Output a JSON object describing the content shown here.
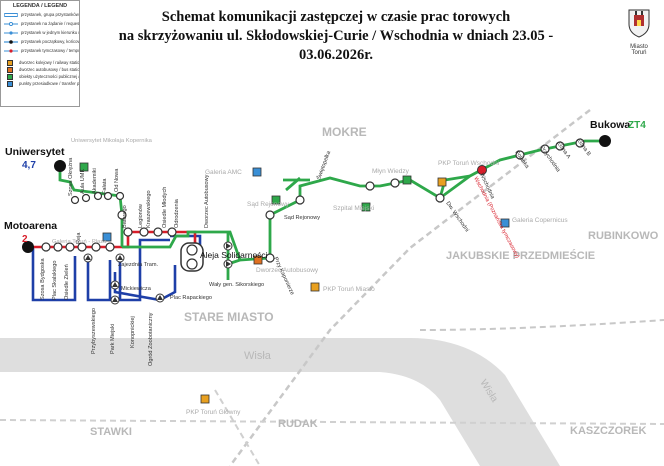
{
  "header": {
    "title_line1": "Schemat komunikacji zastępczej w czasie prac torowych",
    "title_line2": "na skrzyżowaniu ul. Skłodowskiej-Curie / Wschodnia w dniach 23.05 - 03.06.2026r.",
    "crest_caption": "Miasto Toruń"
  },
  "legend": {
    "title": "LEGENDA / LEGEND",
    "items": [
      {
        "label": "przystanek, grupa przystanków / bus stop, group stops",
        "color": "#3a8fd6"
      },
      {
        "label": "przystanek na żądanie / request stop, please give a sign to a driver",
        "color": "#3a8fd6"
      },
      {
        "label": "przystanek w jednym kierunku / one direction stop",
        "color": "#3a8fd6"
      },
      {
        "label": "przystanek początkowy, końcowy / first, last stop",
        "color": "#3a8fd6"
      },
      {
        "label": "przystanek tymczasowy / temporary stop",
        "color": "#3a8fd6"
      }
    ],
    "poi": [
      {
        "label": "dworzec kolejowy / railway station",
        "color": "#e8a020"
      },
      {
        "label": "dworzec autobusowy / bus station",
        "color": "#e07020"
      },
      {
        "label": "obiekty użyteczności publicznej / public utility facilities",
        "color": "#2ea84a"
      },
      {
        "label": "punkty przesiadkowe / transfer points",
        "color": "#3a8fd6"
      }
    ]
  },
  "districts": [
    "MOKRE",
    "JAKUBSKIE PRZEDMIEŚCIE",
    "RUBINKOWO",
    "STARE MIASTO",
    "RUDAK",
    "STAWKI",
    "KASZCZOREK"
  ],
  "rivers": [
    "Wisła",
    "Wisła"
  ],
  "terminals": {
    "uniwersytet": {
      "name": "Uniwersytet",
      "lines": "4,7"
    },
    "motoarena": {
      "name": "Motoarena",
      "line": "2"
    },
    "bukowa": {
      "name": "Bukowa",
      "line": "ZT4"
    }
  },
  "stops": [
    "Szosa Okrężna",
    "Aula UMK",
    "Akademiki",
    "Fałata",
    "Od Nowa",
    "Uniwersytet Mikołaja Kopernika",
    "Reja",
    "Szosa Bydgoska",
    "Plac Skalskiego",
    "Osiedle Zieleń",
    "Galeria Toruń - Plaza",
    "Batorego",
    "Legionów",
    "Kraszewskiego",
    "Osiedle Młodych",
    "Odrodzenia",
    "Zajezdnia Tram.",
    "Mickiewicza",
    "Przybyszewskiego",
    "Park Miejski",
    "Konopnickiej",
    "Ogród Zoobotaniczny",
    "Aleja Solidarności",
    "Wały gen. Sikorskiego",
    "Plac Rapackiego",
    "Dworzec Autobusowy",
    "Przy Kaponierze",
    "Sąd Rejonowy",
    "Szpital Miejski",
    "Świętopełka",
    "Młyn Wiedzy",
    "PKP Toruń Wschodni",
    "Dw. Wschodni",
    "Wschodnia",
    "Wschodnia (Poznańska tymczasowy)",
    "Galeria Copernicus",
    "Polanka",
    "Przychodnia",
    "Elana A",
    "Elana B"
  ],
  "poi_labels": {
    "galeria_amc": "Galeria AMC",
    "sad_rejonowy": "Sąd Rejonowy",
    "szpital_miejski": "Szpital Miejski",
    "mlyn_wiedzy": "Młyn Wiedzy",
    "pkp_wschodni": "PKP Toruń Wschodni",
    "galeria_copernicus": "Galeria Copernicus",
    "dworzec_autobusowy": "Dworzec Autobusowy",
    "pkp_miasto": "PKP Toruń Miasto",
    "pkp_glowny": "PKP Toruń Główny",
    "umk": "Uniwersytet Mikołaja Kopernika",
    "plaza": "Galeria Toruń - Plaza"
  },
  "colors": {
    "green_line": "#2ea84a",
    "blue_line": "#1e3fa8",
    "red_line": "#d81e2a",
    "river": "#dcdcdc",
    "railway": "#c8c8c8",
    "district_text": "#b0b0b0",
    "poi_orange": "#e8a020",
    "poi_green": "#2ea84a",
    "poi_blue": "#3a8fd6",
    "temp_stop": "#d81e2a"
  }
}
